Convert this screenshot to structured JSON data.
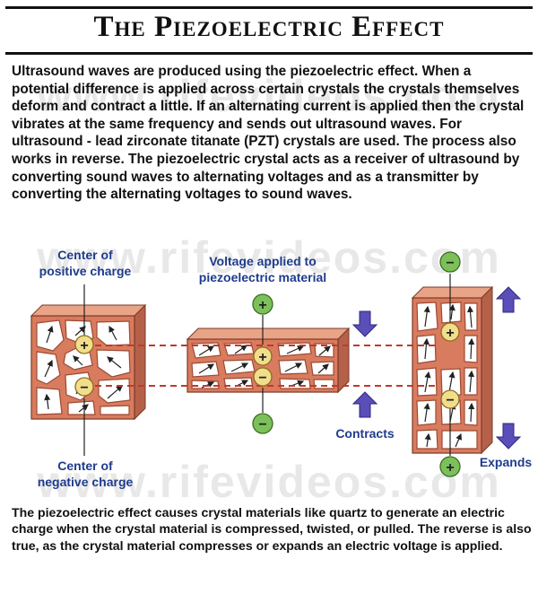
{
  "title": "The Piezoelectric Effect",
  "intro": "Ultrasound waves are produced using the piezoelectric effect. When a potential difference is applied across certain crystals the crystals themselves deform and contract a little. If an alternating current is applied then the crystal vibrates at the same frequency and sends out ultrasound waves. For ultrasound - lead zirconate titanate (PZT) crystals are used. The process also works in reverse. The piezoelectric crystal acts as a receiver of ultrasound by converting sound waves to alternating voltages and as a transmitter by converting the alternating voltages to sound waves.",
  "watermark": "www.rifevideos.com",
  "labels": {
    "positive_center": "Center of\npositive charge",
    "negative_center": "Center of\nnegative charge",
    "voltage_applied": "Voltage applied to\npiezoelectric material",
    "contracts": "Contracts",
    "expands": "Expands"
  },
  "symbols": {
    "plus": "+",
    "minus": "−"
  },
  "colors": {
    "crystal": "#d97b5e",
    "crystal_dark": "#9c4a33",
    "cell": "#ffffff",
    "charge_center": "#f1dd8a",
    "electrode": "#7cc05a",
    "arrow": "#5a4fb8",
    "dashed_line": "#c0392b",
    "label_blue": "#1f3b8c"
  },
  "footer": "The piezoelectric effect causes crystal materials like quartz to generate an electric charge when the crystal material is compressed, twisted, or pulled. The reverse is also true, as the crystal material compresses or expands an electric voltage is applied."
}
